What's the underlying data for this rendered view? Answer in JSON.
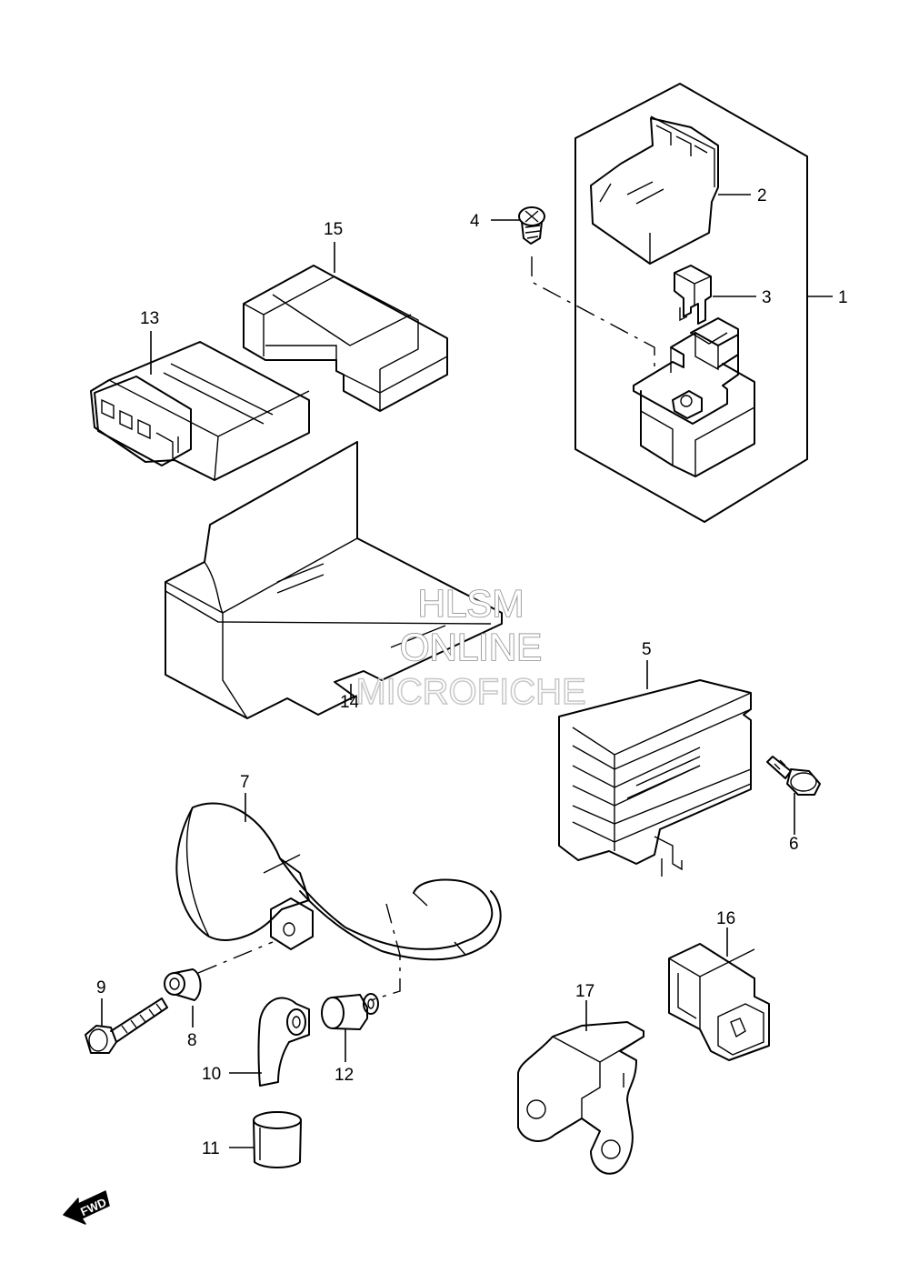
{
  "callouts": [
    "1",
    "2",
    "3",
    "4",
    "5",
    "6",
    "7",
    "8",
    "9",
    "10",
    "11",
    "12",
    "13",
    "14",
    "15",
    "16",
    "17"
  ],
  "watermark": {
    "line1": "HLSM",
    "line2": "ONLINE",
    "line3": "MICROFICHE"
  },
  "fwd_label": "FWD"
}
